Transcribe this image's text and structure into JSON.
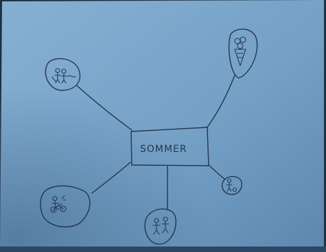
{
  "diagram": {
    "center_label": "SOMMER",
    "branches": [
      {
        "id": "top-left",
        "icon": "people-sun-icon"
      },
      {
        "id": "top-right",
        "icon": "ice-cream-icon"
      },
      {
        "id": "right",
        "icon": "ball-icon"
      },
      {
        "id": "bottom",
        "icon": "two-people-icon"
      },
      {
        "id": "bottom-left",
        "icon": "person-bicycle-icon"
      }
    ]
  },
  "colors": {
    "paper": "#7aa4c9",
    "ink": "#23364e"
  }
}
